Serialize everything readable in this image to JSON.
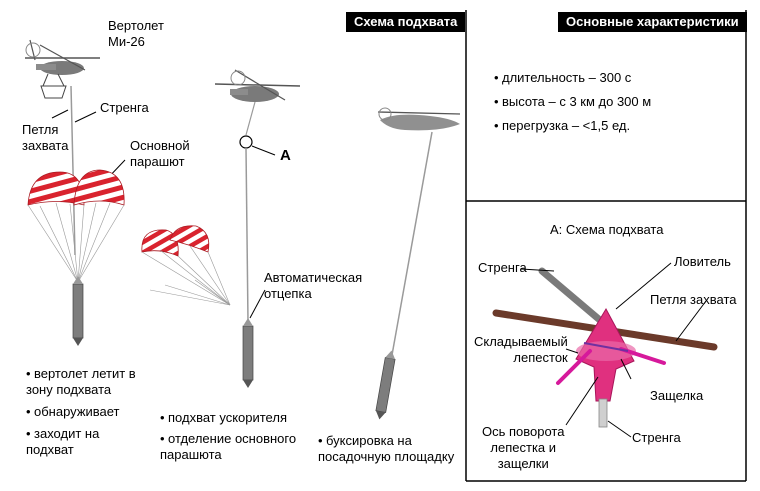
{
  "headers": {
    "scheme": "Схема подхвата",
    "characteristics": "Основные характеристики"
  },
  "characteristics": [
    "длительность – 300 с",
    "высота – с 3 км до 300 м",
    "перегрузка – <1,5 ед."
  ],
  "left_labels": {
    "helicopter_1": "Вертолет",
    "helicopter_2": "Ми-26",
    "strenga": "Стренга",
    "loop_1": "Петля",
    "loop_2": "захвата",
    "main_chute_1": "Основной",
    "main_chute_2": "парашют",
    "point_a": "А",
    "auto_release_1": "Автоматическая",
    "auto_release_2": "отцепка"
  },
  "stage_notes": {
    "stage1": [
      "вертолет летит в",
      "зону подхвата",
      "обнаруживает",
      "заходит на",
      "подхват"
    ],
    "stage2": [
      "подхват ускорителя",
      "отделение основного",
      "парашюта"
    ],
    "stage3": [
      "буксировка на",
      "посадочную площадку"
    ]
  },
  "detail": {
    "title": "А: Схема подхвата",
    "strenga_top": "Стренга",
    "catcher": "Ловитель",
    "loop": "Петля захвата",
    "petal_1": "Складываемый",
    "petal_2": "лепесток",
    "latch": "Защелка",
    "axis_1": "Ось поворота",
    "axis_2": "лепестка и",
    "axis_3": "защелки",
    "strenga_bottom": "Стренга"
  },
  "colors": {
    "parachute_red": "#d9232e",
    "cone_pink": "#e0307f",
    "petal_magenta": "#d6199b",
    "rope_brown": "#6b3a2a"
  }
}
